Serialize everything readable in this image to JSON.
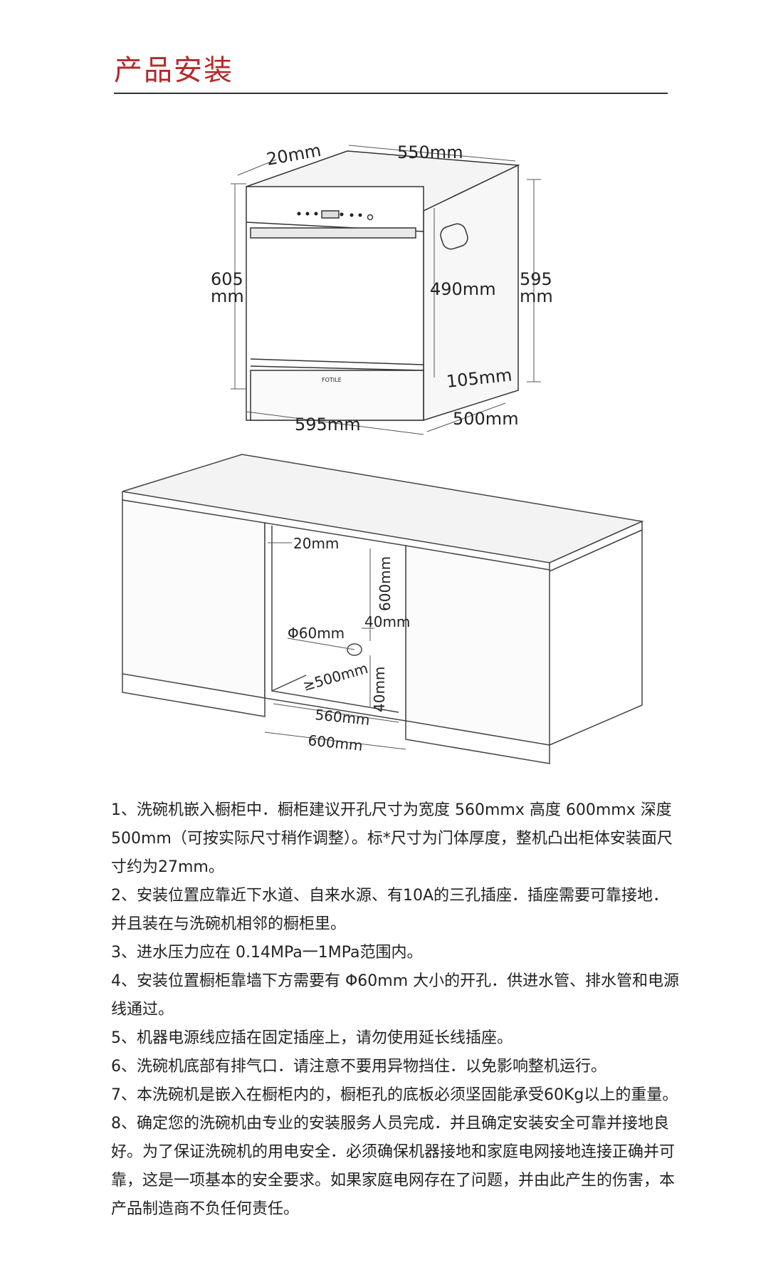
{
  "section_title": "产品安装",
  "dishwasher_dims": {
    "door_thickness": "20mm",
    "depth_top": "550mm",
    "height_left_value": "605",
    "height_left_unit": "mm",
    "inner_height": "490mm",
    "height_right_value": "595",
    "height_right_unit": "mm",
    "plinth_height": "105mm",
    "width": "595mm",
    "depth_bottom": "500mm",
    "brand": "FOTILE"
  },
  "cabinet_dims": {
    "gap": "20mm",
    "opening_height": "600mm",
    "hole_diameter": "Φ60mm",
    "hole_offset_side": "40mm",
    "depth_min": "≥500mm",
    "hole_offset_bottom": "40mm",
    "inner_width": "560mm",
    "outer_width": "600mm"
  },
  "notes": [
    "1、洗碗机嵌入橱柜中．橱柜建议开孔尺寸为宽度 560mmx 高度 600mmx 深度500mm（可按实际尺寸稍作调整）。标*尺寸为门体厚度，整机凸出柜体安装面尺寸约为27mm。",
    "2、安装位置应靠近下水道、自来水源、有10A的三孔插座．插座需要可靠接地．并且装在与洗碗机相邻的橱柜里。",
    "3、进水压力应在 0.14MPa一1MPa范围内。",
    "4、安装位置橱柜靠墙下方需要有 Φ60mm 大小的开孔．供进水管、排水管和电源线通过。",
    "5、机器电源线应插在固定插座上，请勿使用延长线插座。",
    "6、洗碗机底部有排气口．请注意不要用异物挡住．以免影响整机运行。",
    "7、本洗碗机是嵌入在橱柜内的，橱柜孔的底板必须坚固能承受60Kg以上的重量。",
    "8、确定您的洗碗机由专业的安装服务人员完成．并且确定安装安全可靠并接地良好。为了保证洗碗机的用电安全．必须确保机器接地和家庭电网接地连接正确并可靠，这是一项基本的安全要求。如果家庭电网存在了问题，并由此产生的伤害，本产品制造商不负任何责任。"
  ]
}
